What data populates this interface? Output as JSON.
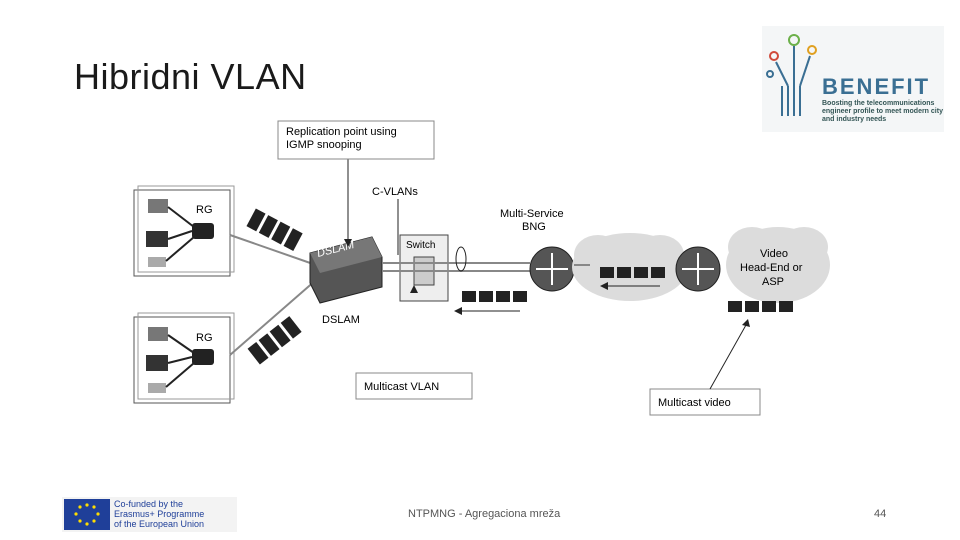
{
  "slide": {
    "title": "Hibridni VLAN",
    "footer_center": "NTPMNG - Agregaciona mreža",
    "page_number": "44"
  },
  "logo": {
    "word": "BENEFIT",
    "tagline": "Boosting the telecommunications engineer profile to meet modern city and industry needs"
  },
  "eu": {
    "text_line1": "Co-funded by the",
    "text_line2": "Erasmus+ Programme",
    "text_line3": "of the European Union"
  },
  "diagram": {
    "callout_replication_line1": "Replication point using",
    "callout_replication_line2": "IGMP snooping",
    "label_cvlans": "C-VLANs",
    "label_bng_line1": "Multi-Service",
    "label_bng_line2": "BNG",
    "label_rg_top": "RG",
    "label_rg_bottom": "RG",
    "label_dslam_box": "DSLAM",
    "label_dslam": "DSLAM",
    "label_switch": "Switch",
    "label_headend_line1": "Video",
    "label_headend_line2": "Head-End or",
    "label_headend_line3": "ASP",
    "callout_multicast_vlan": "Multicast VLAN",
    "callout_multicast_video": "Multicast video"
  }
}
